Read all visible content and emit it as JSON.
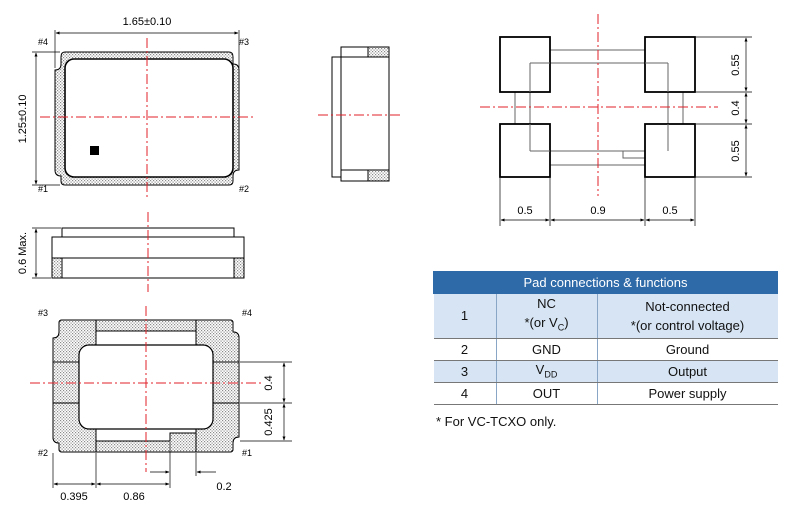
{
  "top_view": {
    "dim_width": "1.65±0.10",
    "dim_height": "1.25±0.10",
    "pin_tl": "#4",
    "pin_tr": "#3",
    "pin_bl": "#1",
    "pin_br": "#2"
  },
  "front_view": {
    "dim_height": "0.6 Max."
  },
  "bottom_view": {
    "pin_tl": "#3",
    "pin_tr": "#4",
    "pin_bl": "#2",
    "pin_br": "#1",
    "dim_right_upper": "0.4",
    "dim_right_lower": "0.425",
    "dim_bottom_left": "0.395",
    "dim_bottom_mid": "0.86",
    "dim_bottom_right": "0.2"
  },
  "land_pattern": {
    "dim_right_top": "0.55",
    "dim_right_mid": "0.4",
    "dim_right_bottom": "0.55",
    "dim_bottom_left": "0.5",
    "dim_bottom_mid": "0.9",
    "dim_bottom_right": "0.5"
  },
  "pad_table": {
    "header": "Pad connections & functions",
    "rows": [
      {
        "num": "1",
        "name": "NC",
        "name_line2": "*(or V",
        "name_sub": "C",
        "name_line2_end": ")",
        "func": "Not-connected",
        "func_line2": "*(or control voltage)"
      },
      {
        "num": "2",
        "name": "GND",
        "func": "Ground"
      },
      {
        "num": "3",
        "name": "V",
        "name_sub": "DD",
        "func": "Output"
      },
      {
        "num": "4",
        "name": "OUT",
        "func": "Power supply"
      }
    ],
    "note": "* For VC-TCXO only."
  }
}
